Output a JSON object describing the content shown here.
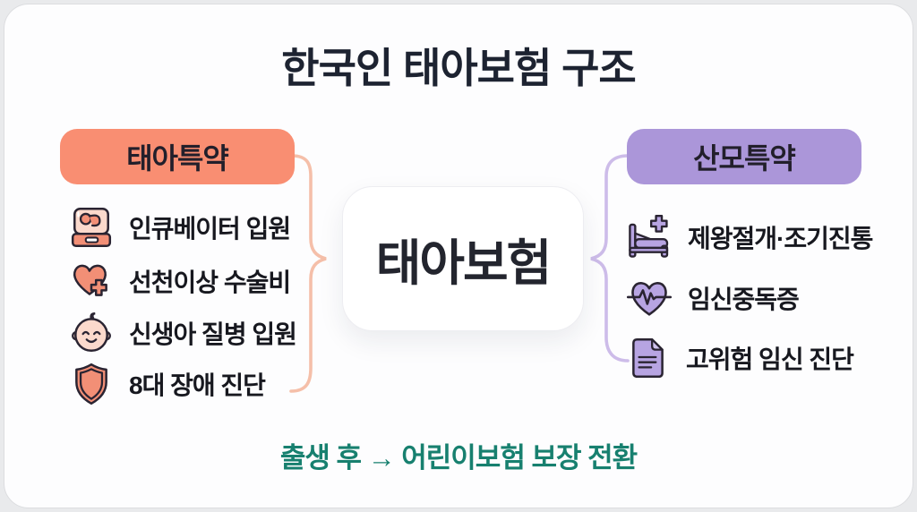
{
  "title": "한국인 태아보험 구조",
  "center": {
    "label": "태아보험"
  },
  "left": {
    "header": "태아특약",
    "pill_color": "#F98E72",
    "brace_color": "#F5BFA9",
    "icon_fill": "#F28F76",
    "icon_fill_light": "#FBD9CC",
    "items": [
      {
        "icon": "incubator-icon",
        "label": "인큐베이터 입원"
      },
      {
        "icon": "heart-plus-icon",
        "label": "선천이상 수술비"
      },
      {
        "icon": "baby-face-icon",
        "label": "신생아 질병 입원"
      },
      {
        "icon": "shield-icon",
        "label": "8대 장애 진단"
      }
    ]
  },
  "right": {
    "header": "산모특약",
    "pill_color": "#AB96D9",
    "brace_color": "#CDBCE9",
    "icon_fill": "#B7A4E2",
    "icon_fill_light": "#CFC2EC",
    "items": [
      {
        "icon": "hospital-bed-icon",
        "label": "제왕절개·조기진통"
      },
      {
        "icon": "heart-ecg-icon",
        "label": "임신중독증"
      },
      {
        "icon": "document-icon",
        "label": "고위험 임신 진단"
      }
    ]
  },
  "footer": {
    "text": "출생 후 → 어린이보험 보장 전환",
    "color": "#17806F"
  }
}
